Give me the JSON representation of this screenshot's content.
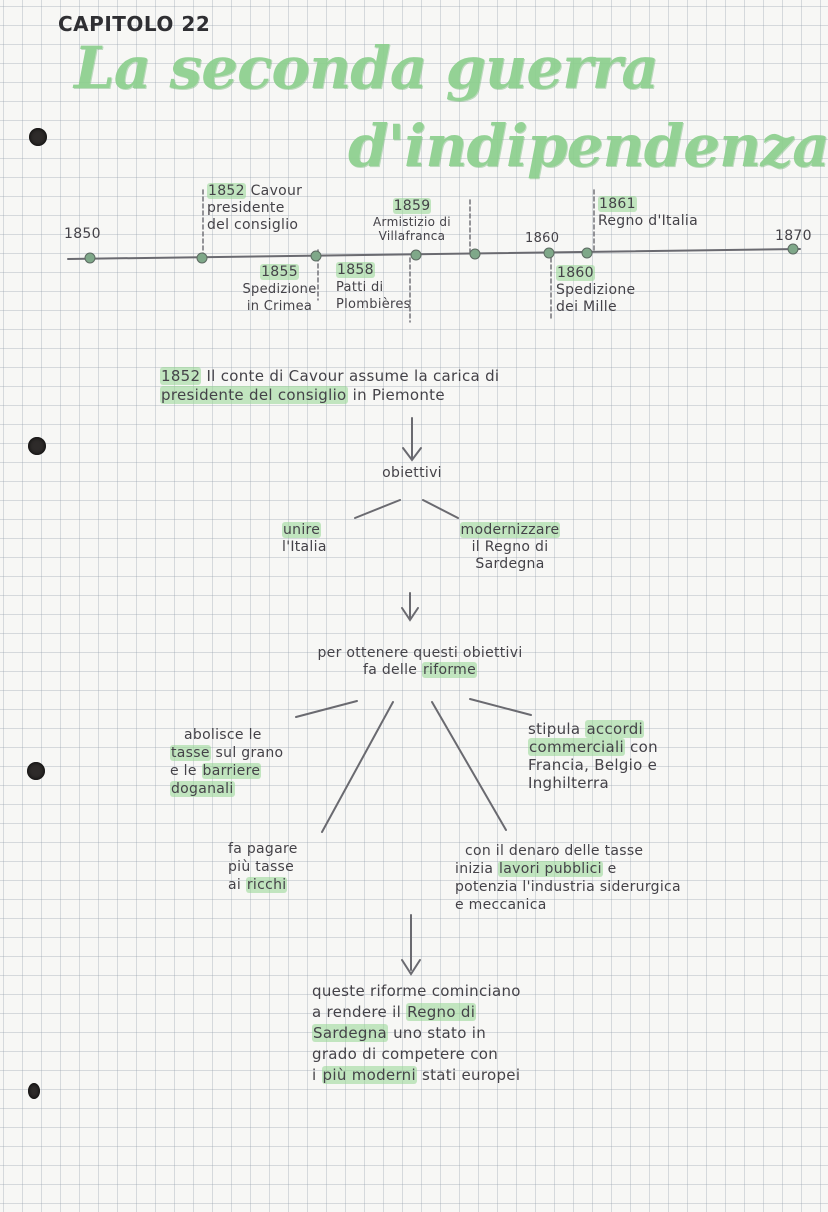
{
  "chapter": "CAPITOLO 22",
  "title_line1": "La seconda guerra",
  "title_line2": "d'indipendenza",
  "timeline": {
    "start_year": "1850",
    "end_year": "1870",
    "events_above": [
      {
        "year": "1852",
        "text1": "Cavour",
        "text2": "presidente",
        "text3": "del consiglio"
      },
      {
        "year": "1859",
        "text1": "Armistizio di",
        "text2": "Villafranca"
      },
      {
        "year": "1860",
        "text1": ""
      },
      {
        "year": "1861",
        "text1": "Regno d'Italia"
      }
    ],
    "events_below": [
      {
        "year": "1855",
        "text1": "Spedizione",
        "text2": "in Crimea"
      },
      {
        "year": "1858",
        "text1": "Patti di",
        "text2": "Plombières"
      },
      {
        "year": "1860",
        "text1": "Spedizione",
        "text2": "dei Mille"
      }
    ]
  },
  "intro": {
    "year": "1852",
    "text_a": "Il conte di Cavour assume la carica di",
    "text_b": "presidente del consiglio",
    "text_c": "in Piemonte"
  },
  "obiettivi_label": "obiettivi",
  "obiettivo_1": {
    "hl": "unire",
    "rest": "l'Italia"
  },
  "obiettivo_2": {
    "hl": "modernizzare",
    "rest1": "il Regno di",
    "rest2": "Sardegna"
  },
  "riforme_intro": {
    "line1": "per ottenere questi obiettivi",
    "line2a": "fa delle",
    "line2b": "riforme"
  },
  "riforma_1": {
    "l1": "abolisce le",
    "l2a": "tasse",
    "l2b": "sul grano",
    "l3a": "e le",
    "l3b": "barriere",
    "l4": "doganali"
  },
  "riforma_2": {
    "l1": "stipula",
    "l1b": "accordi",
    "l2": "commerciali",
    "l2b": "con",
    "l3": "Francia, Belgio e",
    "l4": "Inghilterra"
  },
  "riforma_3": {
    "l1": "fa pagare",
    "l2": "più tasse",
    "l3a": "ai",
    "l3b": "ricchi"
  },
  "riforma_4": {
    "l1": "con il denaro delle tasse",
    "l2a": "inizia",
    "l2b": "lavori pubblici",
    "l2c": "e",
    "l3": "potenzia l'industria siderurgica",
    "l4": "e meccanica"
  },
  "conclusione": {
    "l1": "queste riforme cominciano",
    "l2a": "a rendere il",
    "l2b": "Regno di",
    "l3a": "Sardegna",
    "l3b": "uno stato in",
    "l4": "grado di competere con",
    "l5a": "i",
    "l5b": "più moderni",
    "l5c": "stati europei"
  }
}
